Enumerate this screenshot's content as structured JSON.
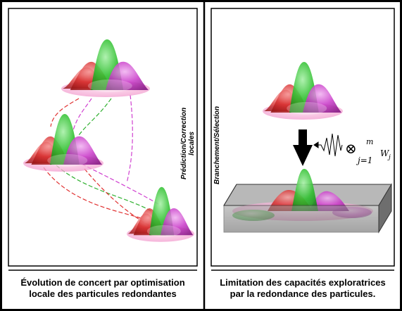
{
  "left_panel": {
    "vertical_label_line1": "Prédiction/Correction",
    "vertical_label_line2": "locales",
    "caption_line1": "Évolution de concert par optimisation",
    "caption_line2": "locale des particules redondantes"
  },
  "right_panel": {
    "vertical_label": "Branchement/Sélection",
    "formula": {
      "otimes": "⊗",
      "upper": "m",
      "lower": "j=1",
      "w": "W",
      "w_sub": "j"
    },
    "caption_line1": "Limitation des capacités exploratrices",
    "caption_line2": "par la redondance des particules."
  },
  "colors": {
    "green": "#2ecc40",
    "red": "#e03030",
    "magenta": "#d040d0",
    "pink": "#f0a0d0",
    "box": "#7a7a7a"
  }
}
